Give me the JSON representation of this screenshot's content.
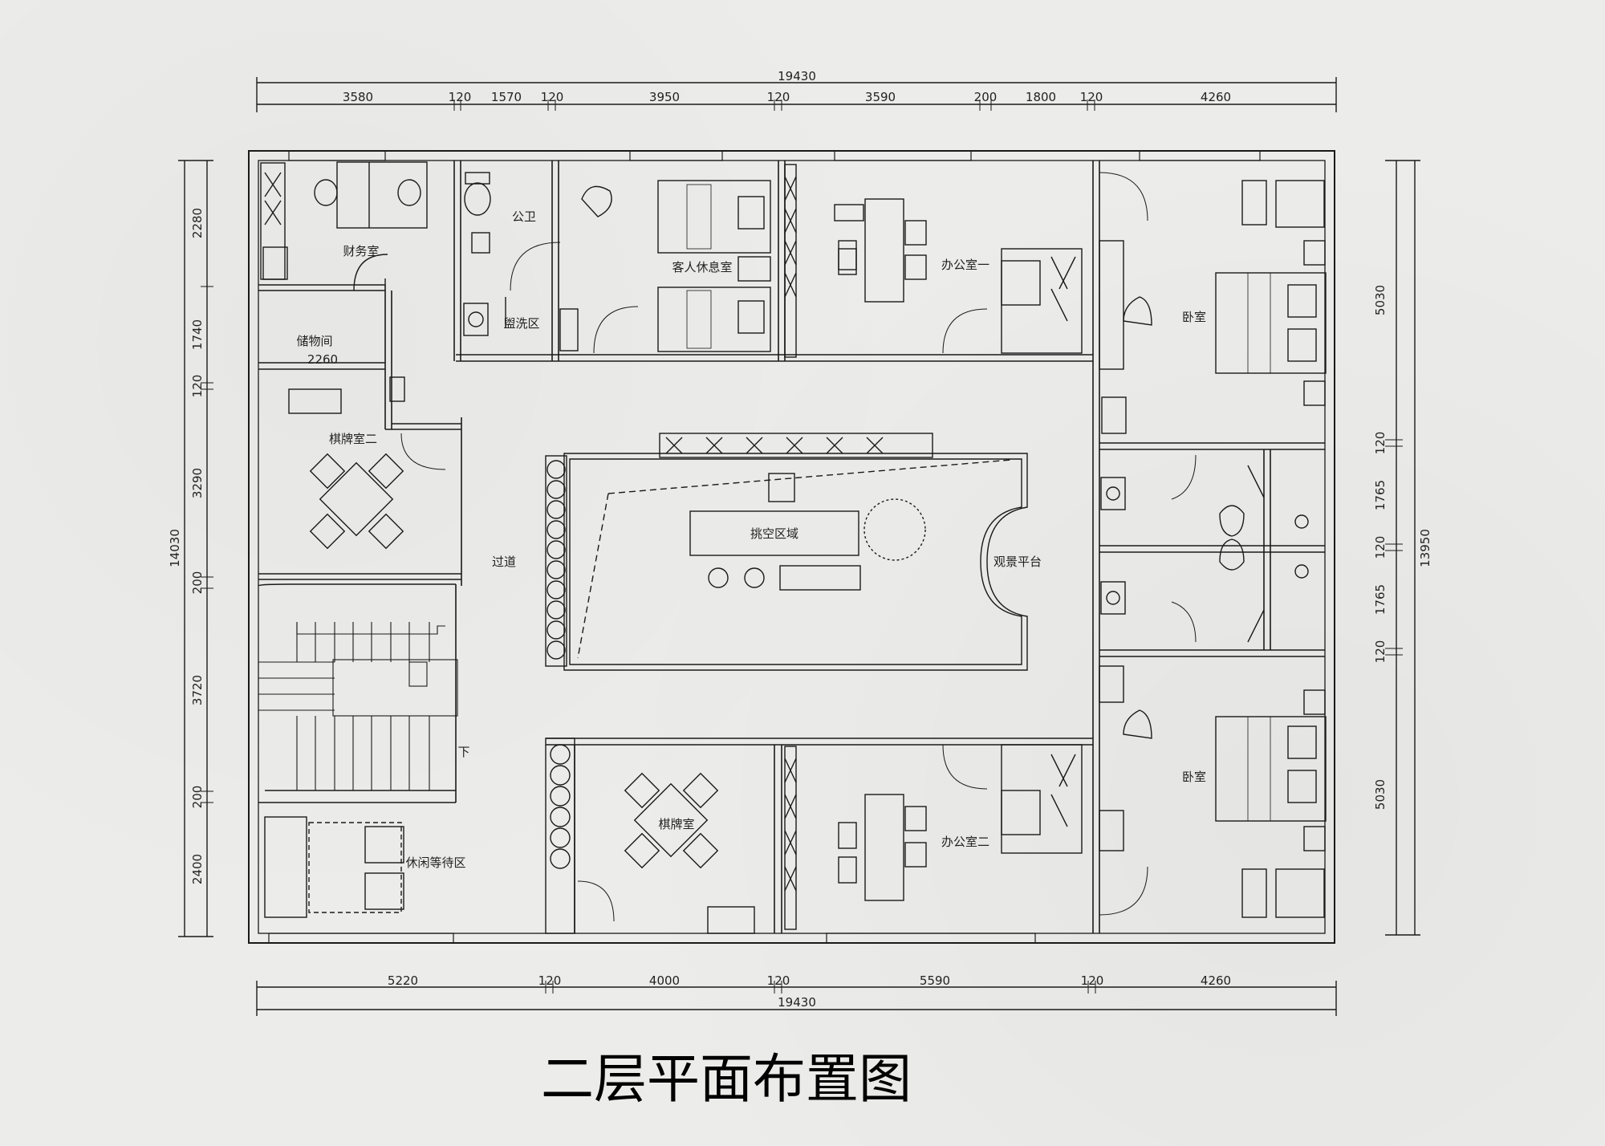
{
  "title": "二层平面布置图",
  "dimensions": {
    "top_total": "19430",
    "top_segments": [
      "3580",
      "120",
      "1570",
      "120",
      "3950",
      "120",
      "3590",
      "200",
      "1800",
      "120",
      "4260"
    ],
    "bottom_total": "19430",
    "bottom_segments": [
      "5220",
      "120",
      "4000",
      "120",
      "5590",
      "120",
      "4260"
    ],
    "left_total": "14030",
    "left_segments": [
      "2280",
      "1740",
      "120",
      "3290",
      "200",
      "3720",
      "200",
      "2400"
    ],
    "right_total": "13950",
    "right_segments": [
      "5030",
      "120",
      "1765",
      "120",
      "1765",
      "120",
      "5030"
    ],
    "storage_width": "2260"
  },
  "rooms": {
    "finance": "财务室",
    "public_toilet": "公卫",
    "wash_area": "盥洗区",
    "guest_lounge": "客人休息室",
    "office_one": "办公室一",
    "bedroom_top": "卧室",
    "storage": "储物间",
    "chess_room_two": "棋牌室二",
    "corridor": "过道",
    "void_area": "挑空区域",
    "viewing_deck": "观景平台",
    "stair_down": "下",
    "chess_room": "棋牌室",
    "office_two": "办公室二",
    "bedroom_bottom": "卧室",
    "leisure_waiting": "休闲等待区"
  }
}
